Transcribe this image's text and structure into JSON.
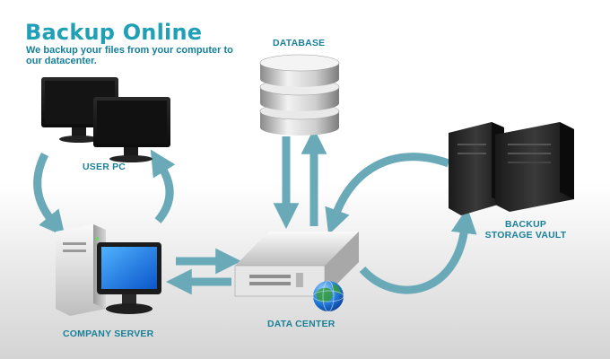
{
  "header": {
    "title": "Backup Online",
    "subtitle": "We backup your files from your computer to our datacenter."
  },
  "nodes": {
    "database": "DATABASE",
    "user_pc": "USER PC",
    "company_server": "COMPANY SERVER",
    "data_center": "DATA CENTER",
    "backup_vault": "BACKUP STORAGE VAULT"
  },
  "colors": {
    "accent": "#1fa0b6",
    "arrow": "#6aa9b8",
    "label": "#1a8199"
  }
}
